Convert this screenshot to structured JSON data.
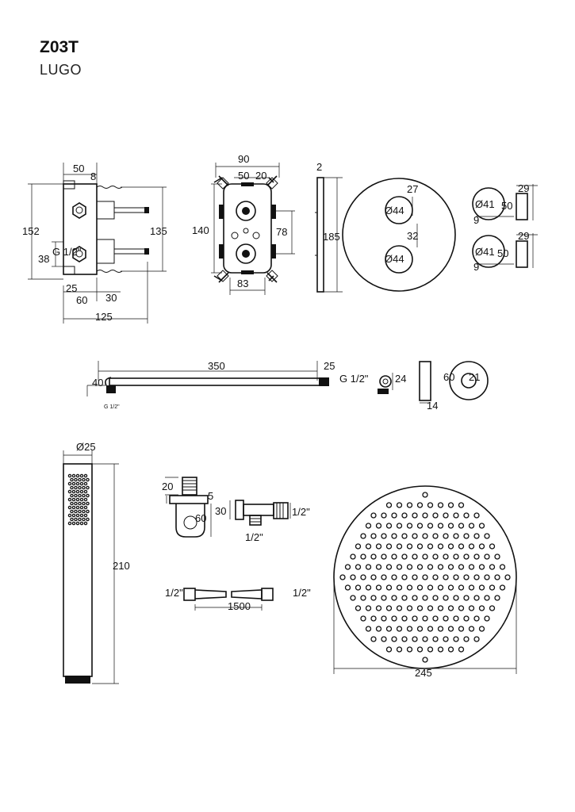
{
  "header": {
    "code": "Z03T",
    "name": "LUGO"
  },
  "box": {
    "dim_50": "50",
    "dim_8": "8",
    "dim_152": "152",
    "dim_135": "135",
    "dim_38": "38",
    "dim_g": "G 1/2\"",
    "dim_25": "25",
    "dim_60": "60",
    "dim_30": "30",
    "dim_125": "125"
  },
  "front": {
    "dim_90": "90",
    "dim_50": "50",
    "dim_20": "20",
    "dim_140": "140",
    "dim_78": "78",
    "dim_83": "83"
  },
  "plate": {
    "dim_2": "2",
    "dim_185": "185",
    "dim_27": "27",
    "dim_44a": "Ø44",
    "dim_32": "32",
    "dim_44b": "Ø44"
  },
  "knobs": {
    "dim_29a": "29",
    "dim_41a": "Ø41",
    "dim_50a": "50",
    "dim_9a": "9",
    "dim_29b": "29",
    "dim_41b": "Ø41",
    "dim_50b": "50",
    "dim_9b": "9"
  },
  "arm": {
    "dim_350": "350",
    "dim_25": "25",
    "dim_40": "40",
    "thread": "G 1/2\"",
    "thread_small": "G 1/2\""
  },
  "elbow": {
    "dim_24": "24"
  },
  "flange": {
    "dim_14": "14",
    "dim_60": "60",
    "dim_21": "21"
  },
  "hand": {
    "dim_25": "Ø25",
    "dim_210": "210"
  },
  "holder": {
    "dim_20": "20",
    "dim_5": "5",
    "dim_60": "60"
  },
  "outlet": {
    "dim_30": "30",
    "thread_r": "1/2\"",
    "thread_b": "1/2\""
  },
  "hose": {
    "thread_l": "1/2\"",
    "thread_r": "1/2\"",
    "length": "1500"
  },
  "head": {
    "dim_245": "245"
  }
}
